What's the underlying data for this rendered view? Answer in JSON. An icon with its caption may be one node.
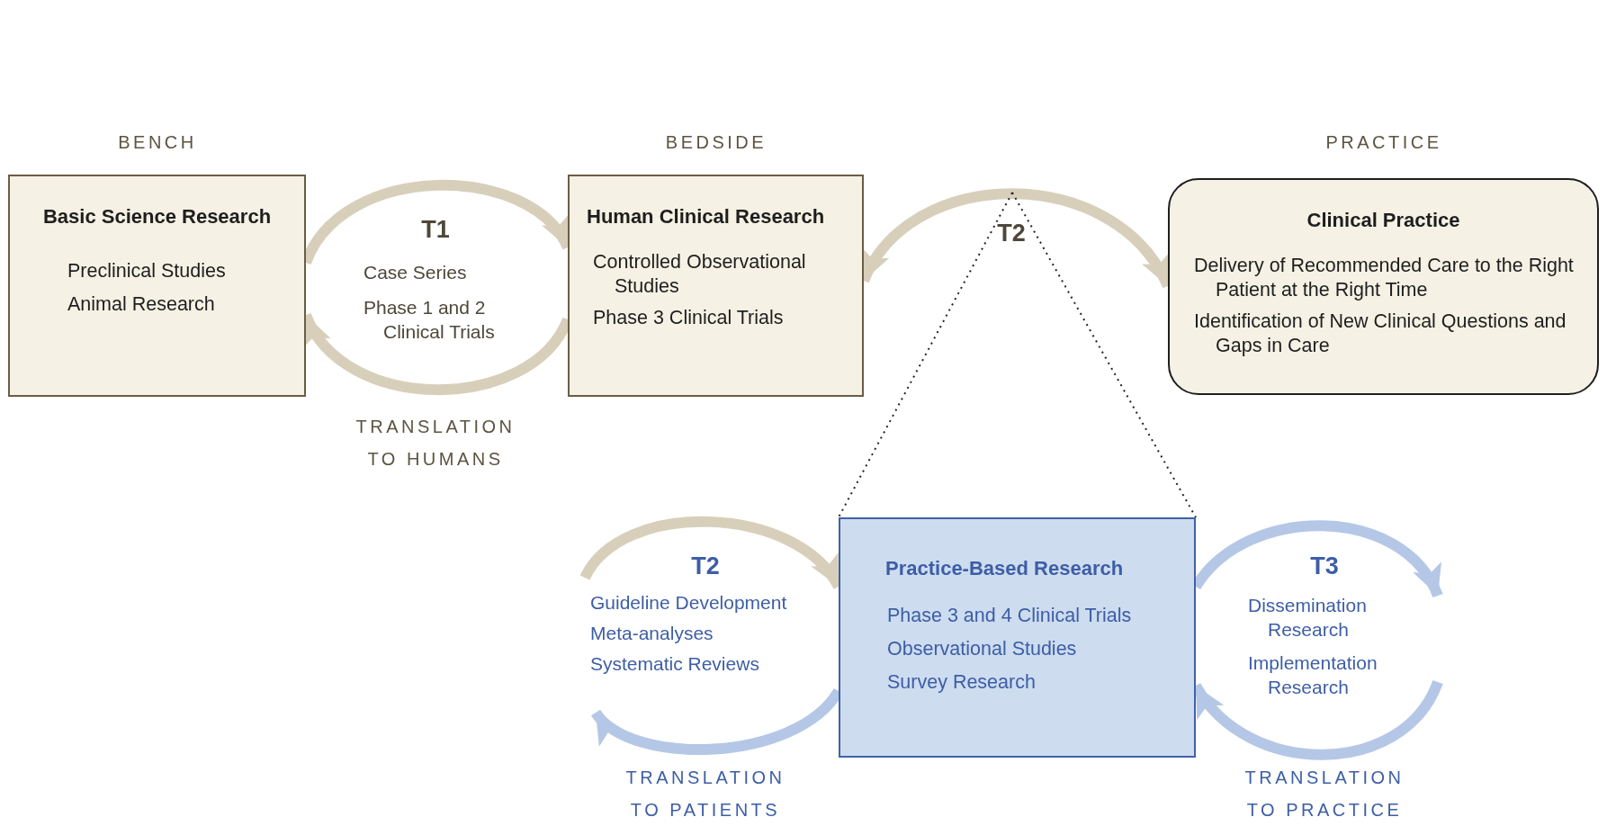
{
  "diagram": {
    "nodes": [
      {
        "text": [
          "Basic Science Research",
          "Preclinical Studies",
          "Animal Research"
        ]
      },
      {
        "text": [
          "Human Clinical Research",
          "Controlled Observational Studies",
          "Phase 3 Clinical Trials"
        ]
      },
      {
        "text": [
          "Clinical Practice",
          "Delivery of Recommended Care to the Right Patient at the Right Time",
          "Identification of New Clinical Questions and Gaps in Care"
        ]
      },
      {
        "text": [
          "Practice-Based Research",
          "Phase 3 and 4 Clinical Trials",
          "Observational Studies",
          "Survey Research"
        ]
      }
    ],
    "edges": [
      {
        "from": 0,
        "to": 1,
        "arrow": "to"
      },
      {
        "from": 1,
        "to": 0,
        "arrow": "to"
      },
      {
        "from": 1,
        "to": 2,
        "arrow": "both"
      },
      {
        "from": null,
        "to": 3,
        "arrow": "to"
      },
      {
        "from": 3,
        "to": null,
        "arrow": "to",
        "color": "#b5c7e6"
      },
      {
        "from": 3,
        "to": null,
        "arrow": "to",
        "color": "#b5c7e6"
      },
      {
        "from": null,
        "to": 3,
        "arrow": "to",
        "color": "#b5c7e6"
      }
    ],
    "labels": [
      "BENCH",
      "BEDSIDE",
      "PRACTICE",
      "T1",
      "Case Series",
      "Phase 1 and 2 Clinical Trials",
      "T2",
      "TRANSLATION TO HUMANS",
      "T2",
      "Guideline Development",
      "Meta-analyses",
      "Systematic Reviews",
      "T3",
      "Dissemination Research",
      "Implementation Research",
      "TRANSLATION TO PATIENTS",
      "TRANSLATION TO PRACTICE"
    ]
  }
}
